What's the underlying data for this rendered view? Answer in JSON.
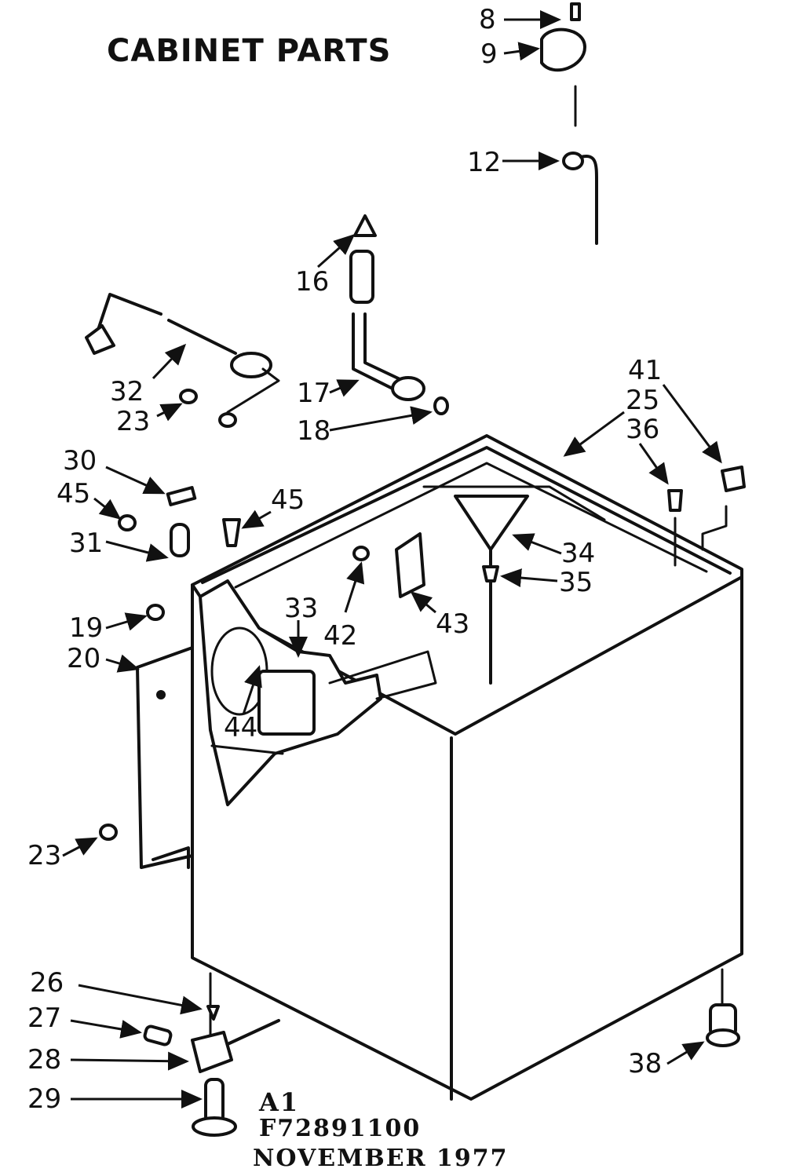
{
  "title": "CABINET PARTS",
  "callouts": [
    {
      "id": "c8",
      "label": "8"
    },
    {
      "id": "c9",
      "label": "9"
    },
    {
      "id": "c12",
      "label": "12"
    },
    {
      "id": "c16",
      "label": "16"
    },
    {
      "id": "c32",
      "label": "32"
    },
    {
      "id": "c23a",
      "label": "23"
    },
    {
      "id": "c17",
      "label": "17"
    },
    {
      "id": "c18",
      "label": "18"
    },
    {
      "id": "c41",
      "label": "41"
    },
    {
      "id": "c25",
      "label": "25"
    },
    {
      "id": "c36",
      "label": "36"
    },
    {
      "id": "c30",
      "label": "30"
    },
    {
      "id": "c45a",
      "label": "45"
    },
    {
      "id": "c45b",
      "label": "45"
    },
    {
      "id": "c31",
      "label": "31"
    },
    {
      "id": "c34",
      "label": "34"
    },
    {
      "id": "c35",
      "label": "35"
    },
    {
      "id": "c33",
      "label": "33"
    },
    {
      "id": "c42",
      "label": "42"
    },
    {
      "id": "c43",
      "label": "43"
    },
    {
      "id": "c19",
      "label": "19"
    },
    {
      "id": "c20",
      "label": "20"
    },
    {
      "id": "c44",
      "label": "44"
    },
    {
      "id": "c23b",
      "label": "23"
    },
    {
      "id": "c26",
      "label": "26"
    },
    {
      "id": "c27",
      "label": "27"
    },
    {
      "id": "c28",
      "label": "28"
    },
    {
      "id": "c29",
      "label": "29"
    },
    {
      "id": "c38",
      "label": "38"
    }
  ],
  "footer": {
    "line1": "A1",
    "line2": "F72891100",
    "line3": "NOVEMBER 1977"
  }
}
